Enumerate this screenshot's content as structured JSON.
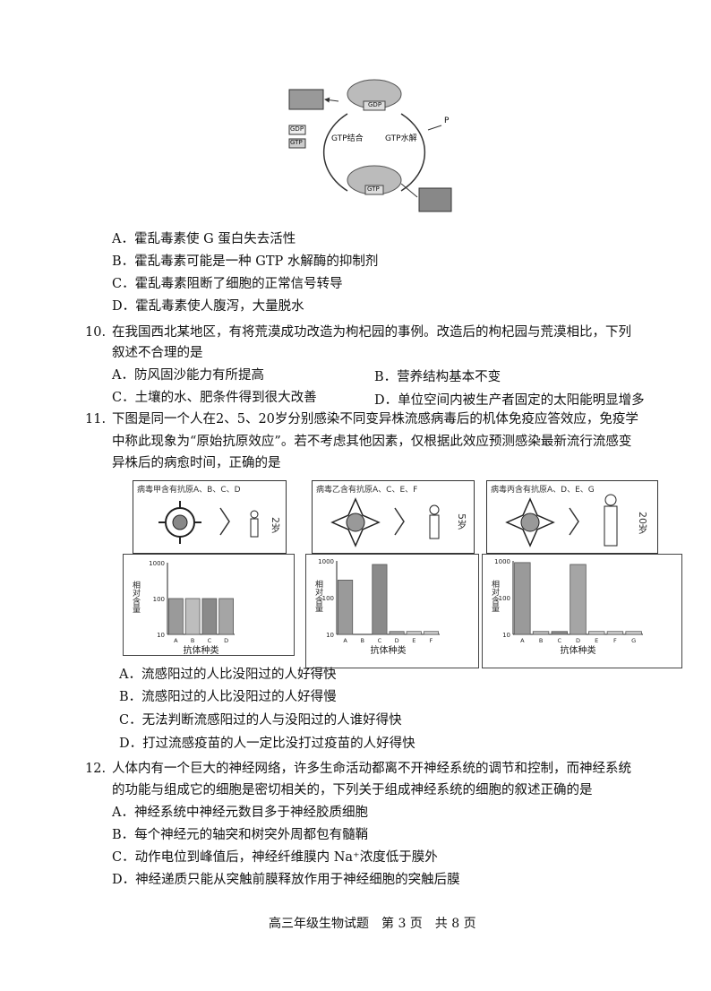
{
  "diagram": {
    "gdp_top": "GDP",
    "gtp_bind": "GTP结合",
    "gtp_hydro": "GTP水解",
    "p_label": "P",
    "gdp_left": "GDP",
    "gtp_left": "GTP",
    "gtp_bottom": "GTP"
  },
  "q9_options": [
    "A．霍乱毒素使 G 蛋白失去活性",
    "B．霍乱毒素可能是一种 GTP 水解酶的抑制剂",
    "C．霍乱毒素阻断了细胞的正常信号转导",
    "D．霍乱毒素使人腹泻，大量脱水"
  ],
  "q10": {
    "number": "10.",
    "stem_1": "在我国西北某地区，有将荒漠成功改造为枸杞园的事例。改造后的枸杞园与荒漠相比，下列",
    "stem_2": "叙述不合理的是",
    "options": [
      "A．防风固沙能力有所提高",
      "B．营养结构基本不变",
      "C．土壤的水、肥条件得到很大改善",
      "D．单位空间内被生产者固定的太阳能明显增多"
    ]
  },
  "q11": {
    "number": "11.",
    "stem_1": "下图是同一个人在2、5、20岁分别感染不同变异株流感病毒后的机体免疫应答效应，免疫学",
    "stem_2": "中称此现象为“原始抗原效应”。若不考虑其他因素，仅根据此效应预测感染最新流行流感变",
    "stem_3": "异株后的病愈时间，正确的是",
    "panels": [
      {
        "title": "病毒甲含有抗原A、B、C、D",
        "age": "2岁"
      },
      {
        "title": "病毒乙含有抗原A、C、E、F",
        "age": "5岁"
      },
      {
        "title": "病毒丙含有抗原A、D、E、G",
        "age": "20岁"
      }
    ],
    "ylabel": "相对含量",
    "xlabel": "抗体种类",
    "yticks": [
      "1000",
      "100",
      "10"
    ],
    "options": [
      "A．流感阳过的人比没阳过的人好得快",
      "B．流感阳过的人比没阳过的人好得慢",
      "C．无法判断流感阳过的人与没阳过的人谁好得快",
      "D．打过流感疫苗的人一定比没打过疫苗的人好得快"
    ]
  },
  "chart_data": [
    {
      "type": "bar",
      "categories": [
        "A",
        "B",
        "C",
        "D"
      ],
      "values": [
        100,
        100,
        100,
        100
      ],
      "ylim": [
        10,
        1000
      ],
      "yscale": "log",
      "ylabel": "相对含量",
      "xlabel": "抗体种类"
    },
    {
      "type": "bar",
      "categories": [
        "A",
        "B",
        "C",
        "D",
        "E",
        "F"
      ],
      "values": [
        300,
        10,
        800,
        12,
        12,
        12
      ],
      "ylim": [
        10,
        1000
      ],
      "yscale": "log",
      "ylabel": "相对含量",
      "xlabel": "抗体种类"
    },
    {
      "type": "bar",
      "categories": [
        "A",
        "B",
        "C",
        "D",
        "E",
        "F",
        "G"
      ],
      "values": [
        900,
        12,
        12,
        800,
        12,
        12,
        12
      ],
      "ylim": [
        10,
        1000
      ],
      "yscale": "log",
      "ylabel": "相对含量",
      "xlabel": "抗体种类"
    }
  ],
  "q12": {
    "number": "12.",
    "stem_1": "人体内有一个巨大的神经网络，许多生命活动都离不开神经系统的调节和控制，而神经系统",
    "stem_2": "的功能与组成它的细胞是密切相关的，下列关于组成神经系统的细胞的叙述正确的是",
    "options": [
      "A．神经系统中神经元数目多于神经胶质细胞",
      "B．每个神经元的轴突和树突外周都包有髓鞘",
      "C．动作电位到峰值后，神经纤维膜内 Na⁺浓度低于膜外",
      "D．神经递质只能从突触前膜释放作用于神经细胞的突触后膜"
    ]
  },
  "footer": "高三年级生物试题　第 3 页　共 8 页"
}
